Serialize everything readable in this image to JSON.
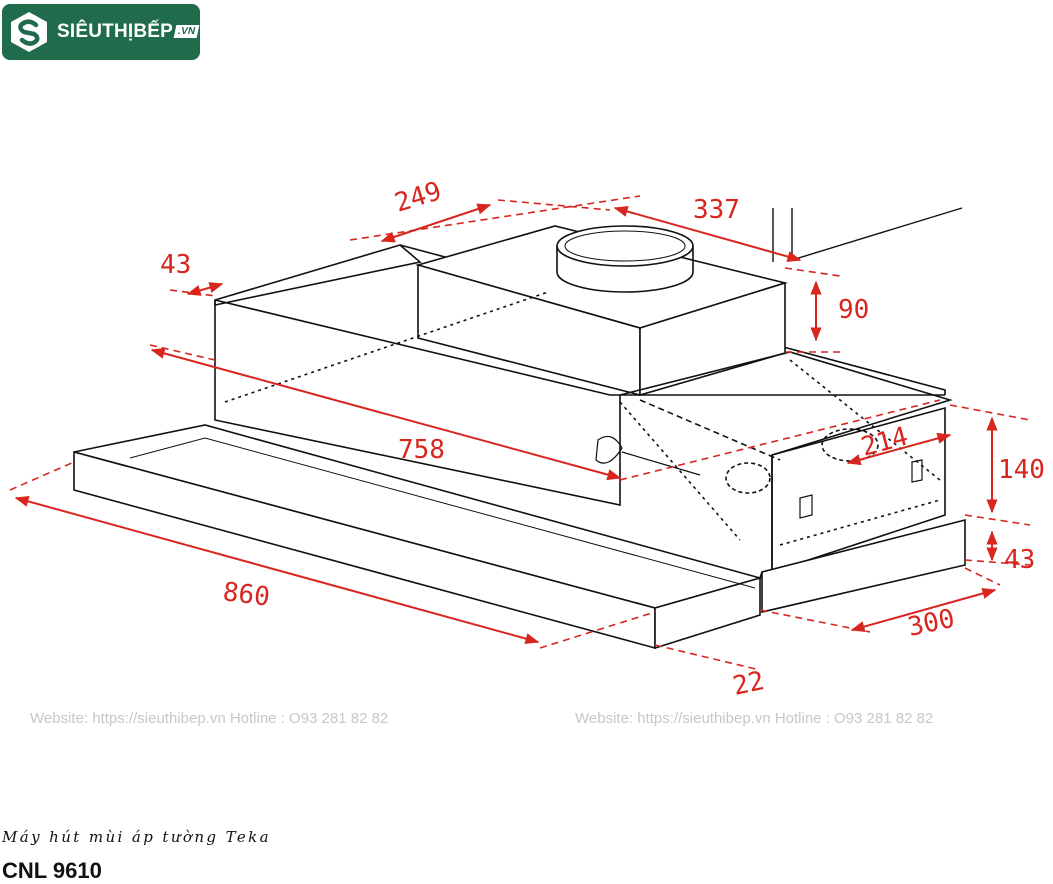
{
  "brand": {
    "logo_text": "SIÊUTHỊBẾP",
    "logo_tld": ".VN",
    "color": "#1f6b4c"
  },
  "watermarks": [
    "Website: https://sieuthibep.vn        Hotline : O93 281 82 82",
    "Website: https://sieuthibep.vn Hotline : O93 281 82 82"
  ],
  "caption": {
    "subtitle": "Máy hút mùi áp tường Teka",
    "model": "CNL 9610"
  },
  "dimensions": {
    "d249": "249",
    "d337": "337",
    "d43_top": "43",
    "d90": "90",
    "d758": "758",
    "d214": "214",
    "d140": "140",
    "d43_side": "43",
    "d860": "860",
    "d300": "300",
    "d22": "22"
  },
  "colors": {
    "dimension": "#d8261f",
    "outline": "#111111"
  }
}
